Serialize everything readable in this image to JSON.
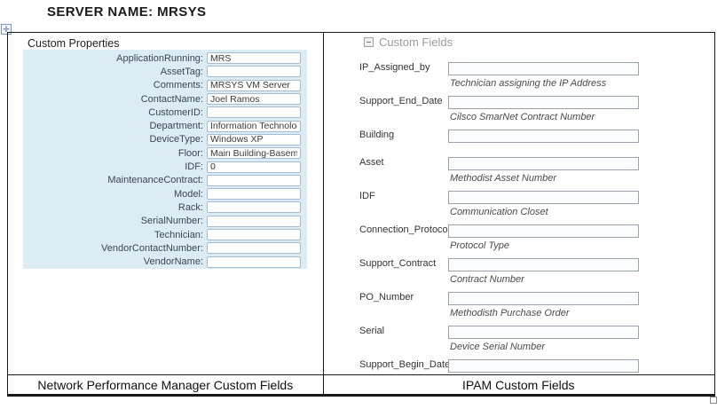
{
  "header": {
    "server_label": "SERVER NAME: MRSYS"
  },
  "left_panel": {
    "title": "Custom Properties",
    "caption": "Network Performance Manager Custom Fields",
    "fields": [
      {
        "label": "ApplicationRunning:",
        "value": "MRS"
      },
      {
        "label": "AssetTag:",
        "value": ""
      },
      {
        "label": "Comments:",
        "value": "MRSYS VM Server"
      },
      {
        "label": "ContactName:",
        "value": "Joel Ramos"
      },
      {
        "label": "CustomerID:",
        "value": ""
      },
      {
        "label": "Department:",
        "value": "Information Technology"
      },
      {
        "label": "DeviceType:",
        "value": "Windows XP"
      },
      {
        "label": "Floor:",
        "value": "Main Building-Basement"
      },
      {
        "label": "IDF:",
        "value": "0"
      },
      {
        "label": "MaintenanceContract:",
        "value": ""
      },
      {
        "label": "Model:",
        "value": ""
      },
      {
        "label": "Rack:",
        "value": ""
      },
      {
        "label": "SerialNumber:",
        "value": ""
      },
      {
        "label": "Technician:",
        "value": ""
      },
      {
        "label": "VendorContactNumber:",
        "value": ""
      },
      {
        "label": "VendorName:",
        "value": ""
      }
    ]
  },
  "right_panel": {
    "title": "Custom Fields",
    "collapse_icon": "minus-box",
    "caption": "IPAM Custom Fields",
    "fields": [
      {
        "label": "IP_Assigned_by",
        "value": "",
        "help": "Technician assigning the IP Address"
      },
      {
        "label": "Support_End_Date",
        "value": "",
        "help": "Cilsco SmarNet Contract Number"
      },
      {
        "label": "Building",
        "value": "",
        "help": ""
      },
      {
        "label": "Asset",
        "value": "",
        "help": "Methodist Asset Number"
      },
      {
        "label": "IDF",
        "value": "",
        "help": "Communication Closet"
      },
      {
        "label": "Connection_Protocol",
        "value": "",
        "help": "Protocol Type"
      },
      {
        "label": "Support_Contract",
        "value": "",
        "help": "Contract Number"
      },
      {
        "label": "PO_Number",
        "value": "",
        "help": "Methodisth Purchase Order"
      },
      {
        "label": "Serial",
        "value": "",
        "help": "Device Serial Number"
      },
      {
        "label": "Support_Begin_Date",
        "value": "",
        "help": ""
      }
    ]
  },
  "colors": {
    "left_panel_background": "#dcebf4",
    "left_label_text": "#3c4658",
    "left_input_border": "#a5bdd2",
    "right_input_border": "#9aa2ab",
    "custom_fields_header_text": "#9b9b9b",
    "table_border": "#1a1a1a"
  }
}
